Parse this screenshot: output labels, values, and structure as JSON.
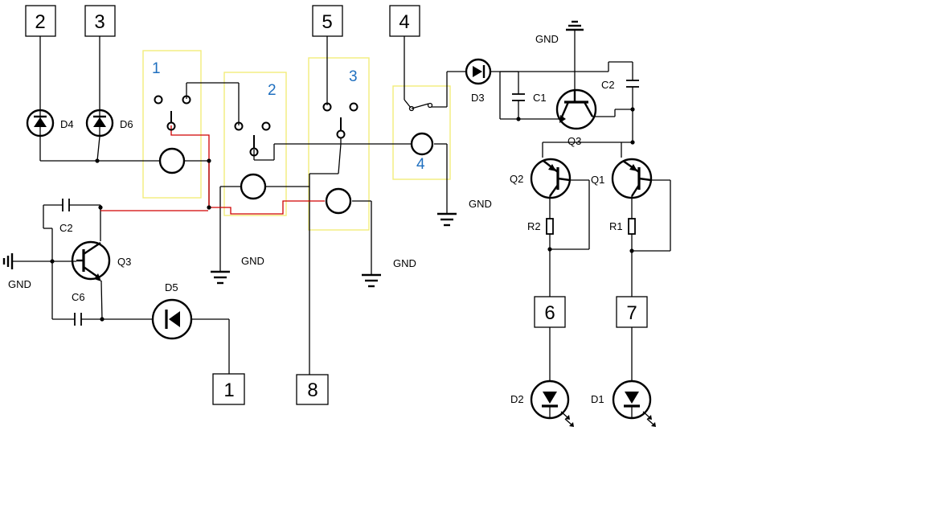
{
  "terminals": [
    "2",
    "3",
    "5",
    "4",
    "1",
    "8",
    "6",
    "7"
  ],
  "switch_blocks": [
    "1",
    "2",
    "3",
    "4"
  ],
  "components": {
    "d4": "D4",
    "d6": "D6",
    "d5": "D5",
    "d3": "D3",
    "d2": "D2",
    "d1": "D1",
    "q3_left": "Q3",
    "q3_right": "Q3",
    "q2": "Q2",
    "q1": "Q1",
    "c2_left": "C2",
    "c6": "C6",
    "c1": "C1",
    "c2_right": "C2",
    "r2": "R2",
    "r1": "R1"
  },
  "ground_label": "GND",
  "colors": {
    "wire": "#000000",
    "red_wire": "#d00000",
    "switch_box": "#f2ec7a",
    "switch_number": "#1f6fbf"
  }
}
